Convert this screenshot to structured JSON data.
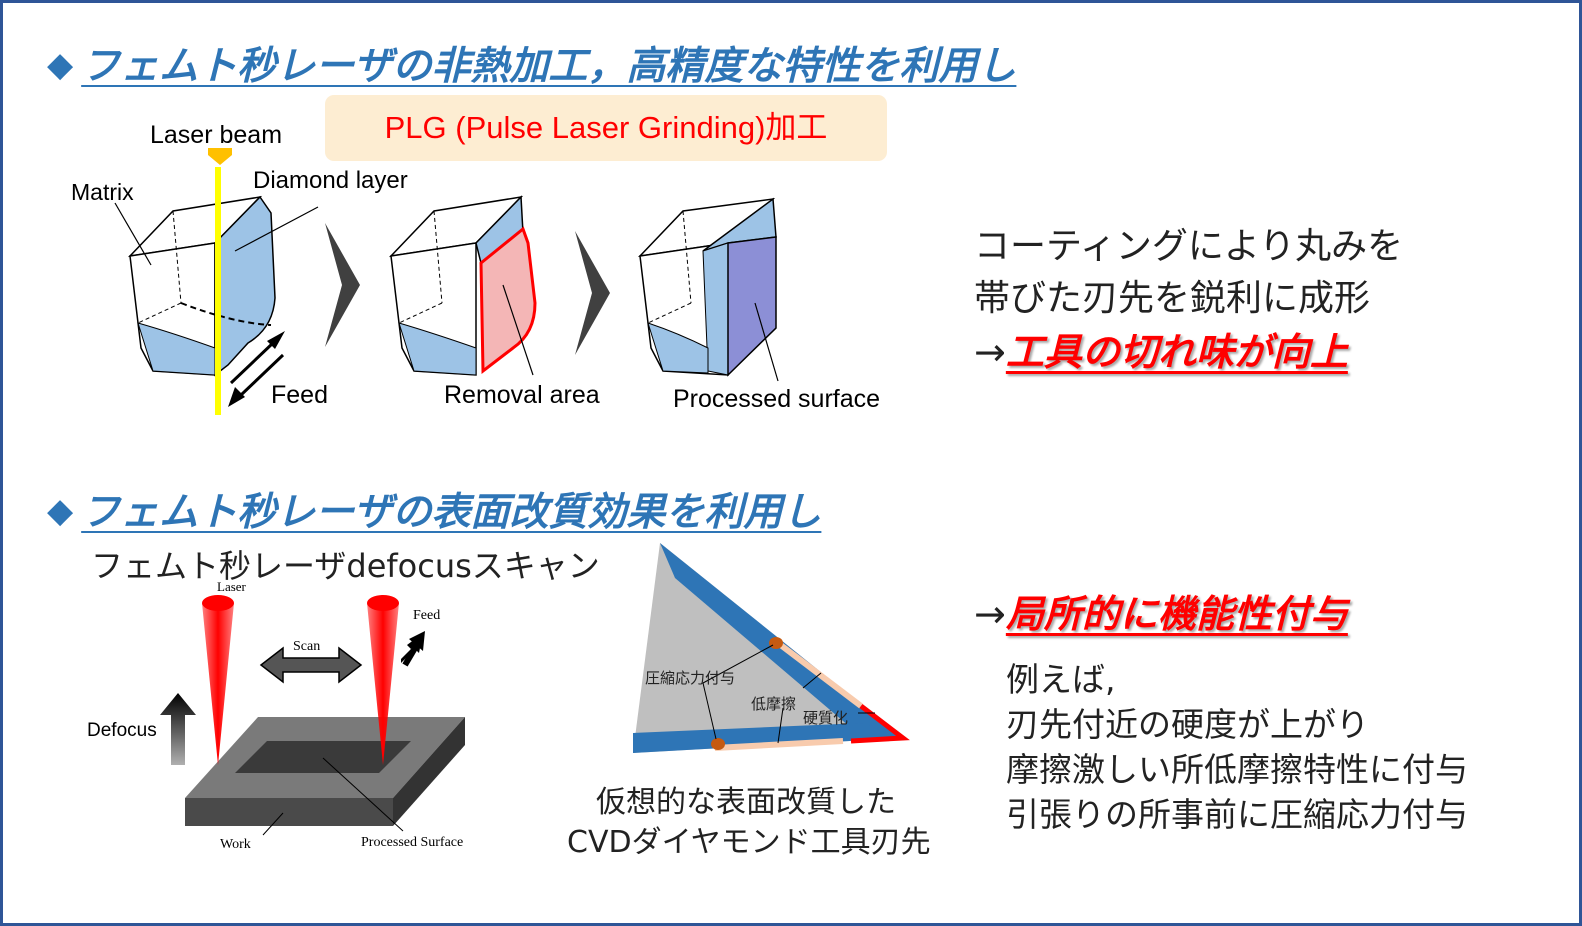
{
  "heading1": {
    "bullet": "◆",
    "text": "フェムト秒レーザの非熱加工，高精度な特性を利用し"
  },
  "plg_box": "PLG (Pulse Laser Grinding)加工",
  "diagram1": {
    "laser_beam": "Laser beam",
    "matrix": "Matrix",
    "diamond_layer": "Diamond layer",
    "feed": "Feed",
    "removal_area": "Removal area",
    "processed_surface": "Processed surface"
  },
  "right1": {
    "line1": "コーティングにより丸みを",
    "line2": "帯びた刃先を鋭利に成形",
    "arrow": "→",
    "result": "工具の切れ味が向上"
  },
  "heading2": {
    "bullet": "◆",
    "text": "フェムト秒レーザの表面改質効果を利用し"
  },
  "defocus_title": {
    "prefix": "フェムト秒レーザ",
    "mid": "defocus",
    "suffix": "スキャン"
  },
  "diagram2": {
    "laser": "Laser",
    "feed": "Feed",
    "scan": "Scan",
    "defocus": "Defocus",
    "work": "Work",
    "processed_surface": "Processed Surface"
  },
  "diagram3": {
    "compressive": "圧縮応力付与",
    "low_friction": "低摩擦",
    "hardening": "硬質化",
    "caption1": "仮想的な表面改質した",
    "caption2": "CVDダイヤモンド工具刃先"
  },
  "right2": {
    "arrow": "→",
    "result": "局所的に機能性付与",
    "ex1": "例えば,",
    "ex2": "刃先付近の硬度が上がり",
    "ex3": "摩擦激しい所低摩擦特性に付与",
    "ex4": "引張りの所事前に圧縮応力付与"
  },
  "colors": {
    "heading": "#2e75b6",
    "accent_red": "#ff0000",
    "plg_bg": "#fdedd2",
    "frame": "#2f5597",
    "diamond_fill": "#9dc3e6",
    "triangle_blue": "#2e75b6",
    "beam_yellow": "#ffff00",
    "arrow_orange": "#ffc000"
  }
}
